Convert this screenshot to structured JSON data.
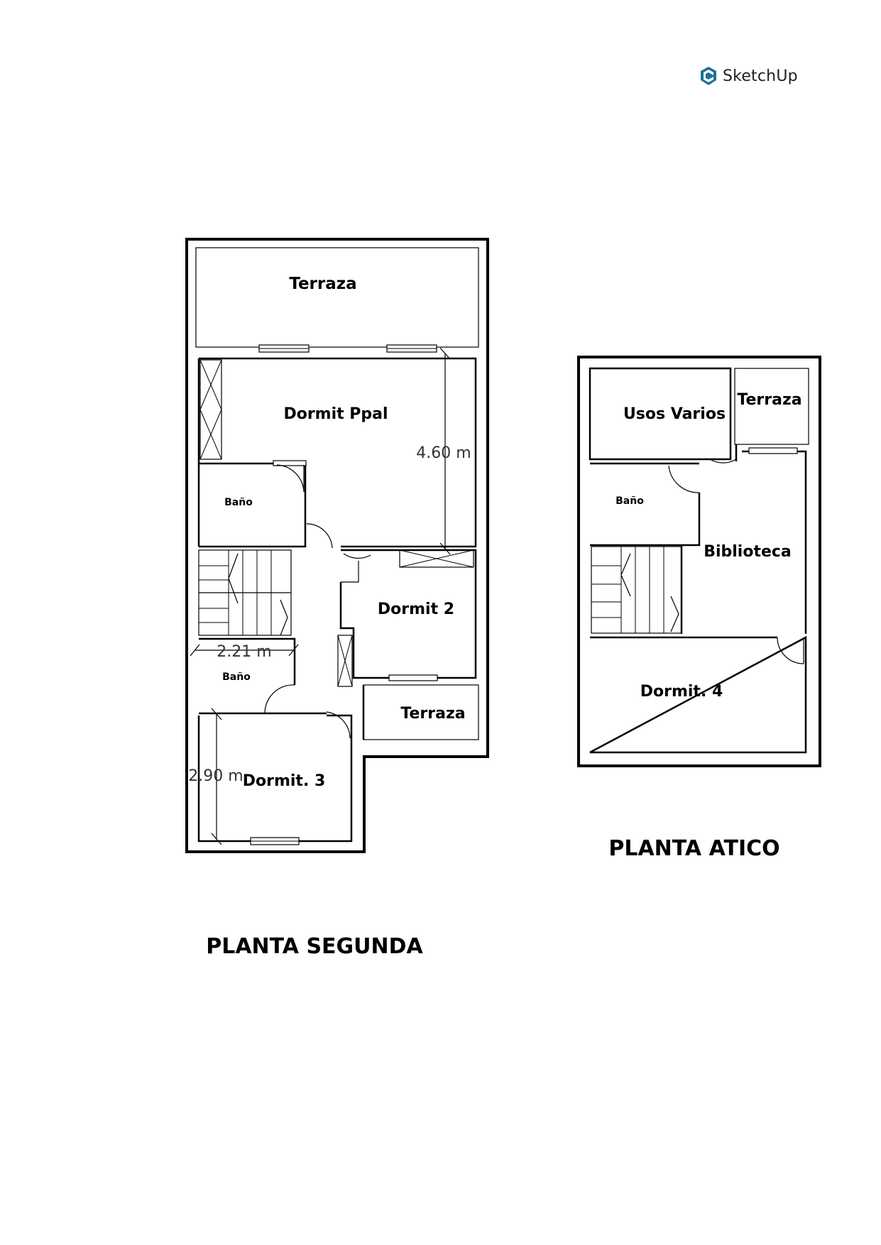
{
  "brand": {
    "name": "SketchUp",
    "icon": "sketchup-logo-icon",
    "color": "#1d6f9b"
  },
  "floors": [
    {
      "title": "PLANTA SEGUNDA",
      "rooms": [
        "Terraza",
        "Dormit Ppal",
        "Baño",
        "Dormit 2",
        "Baño",
        "Terraza",
        "Dormit. 3"
      ],
      "dimensions": [
        "4.60 m",
        "2.21 m",
        "2.90 m"
      ]
    },
    {
      "title": "PLANTA ATICO",
      "rooms": [
        "Usos Varios",
        "Terraza",
        "Baño",
        "Biblioteca",
        "Dormit. 4"
      ]
    }
  ]
}
